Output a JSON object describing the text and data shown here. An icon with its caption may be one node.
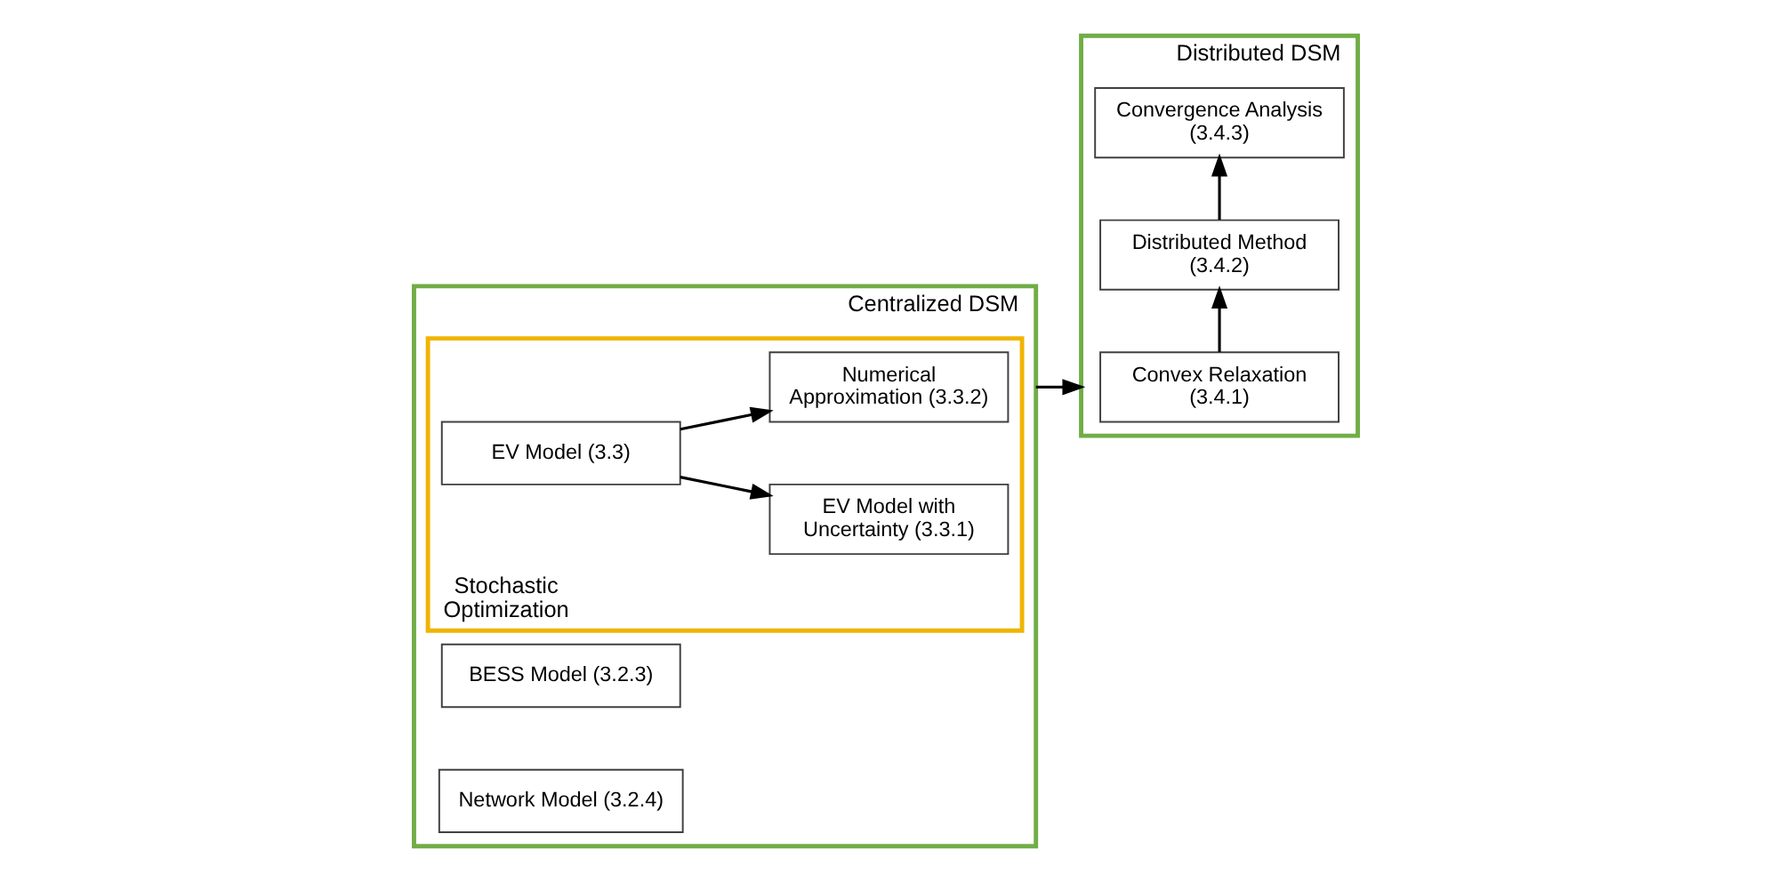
{
  "diagram": {
    "nodes": [
      {
        "text": [
          "Centralized DSM"
        ]
      },
      {
        "text": [
          "BESS Model (3.2.3)"
        ],
        "in": 0
      },
      {
        "text": [
          "Network Model (3.2.4)"
        ],
        "in": 0
      },
      {
        "text": [
          "Stochastic Optimization"
        ],
        "in": 0
      },
      {
        "text": [
          "EV Model (3.3)"
        ],
        "in": 3
      },
      {
        "text": [
          "EV Model with Uncertainty (3.3.1)"
        ],
        "in": 3
      },
      {
        "text": [
          "Numerical Approximation (3.3.2)"
        ],
        "in": 3
      },
      {
        "text": [
          "Distributed DSM"
        ]
      },
      {
        "text": [
          "Convex Relaxation (3.4.1)"
        ],
        "in": 7
      },
      {
        "text": [
          "Distributed Method (3.4.2)"
        ],
        "in": 7
      },
      {
        "text": [
          "Convergence Analysis (3.4.3)"
        ],
        "in": 7
      }
    ],
    "edges": [
      {
        "from": 4,
        "to": 5,
        "arrow": "to"
      },
      {
        "from": 4,
        "to": 6,
        "arrow": "to"
      },
      {
        "from": 0,
        "to": 7,
        "arrow": "to"
      },
      {
        "from": 8,
        "to": 9,
        "arrow": "to"
      },
      {
        "from": 9,
        "to": 10,
        "arrow": "to"
      }
    ]
  }
}
